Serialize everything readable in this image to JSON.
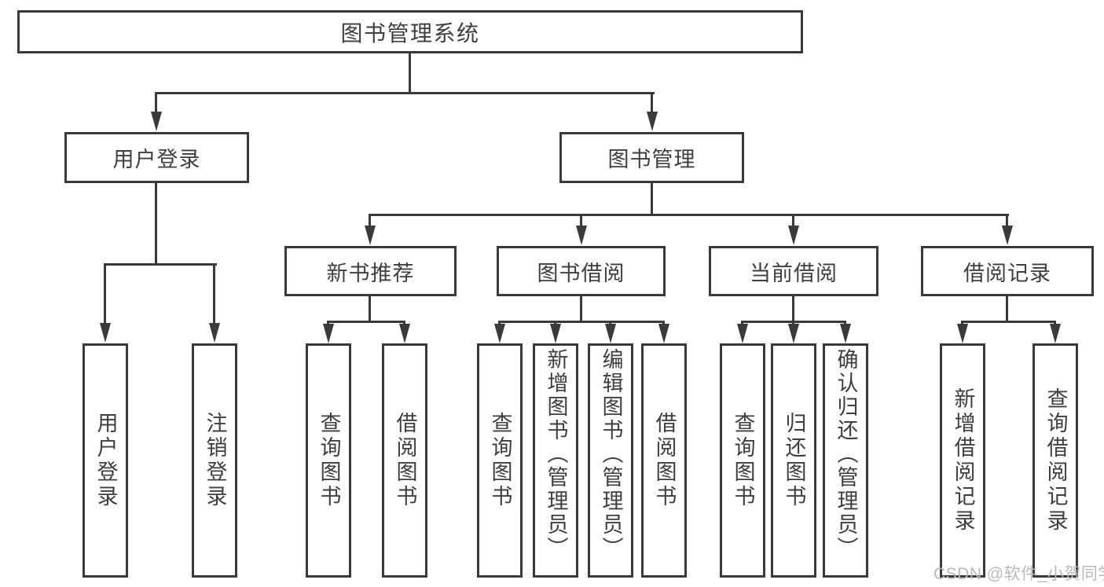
{
  "diagram": {
    "root": {
      "label": "图书管理系统",
      "children": [
        {
          "label": "用户登录",
          "children": [
            {
              "label": "用户登录"
            },
            {
              "label": "注销登录"
            }
          ]
        },
        {
          "label": "图书管理",
          "children": [
            {
              "label": "新书推荐",
              "children": [
                {
                  "label": "查询图书"
                },
                {
                  "label": "借阅图书"
                }
              ]
            },
            {
              "label": "图书借阅",
              "children": [
                {
                  "label": "查询图书"
                },
                {
                  "label": "新增图书（管理员）"
                },
                {
                  "label": "编辑图书（管理员）"
                },
                {
                  "label": "借阅图书"
                }
              ]
            },
            {
              "label": "当前借阅",
              "children": [
                {
                  "label": "查询图书"
                },
                {
                  "label": "归还图书"
                },
                {
                  "label": "确认归还（管理员）"
                }
              ]
            },
            {
              "label": "借阅记录",
              "children": [
                {
                  "label": "新增借阅记录"
                },
                {
                  "label": "查询借阅记录"
                }
              ]
            }
          ]
        }
      ]
    }
  },
  "watermark": {
    "text": "CSDN @软件_小贺同学"
  },
  "colors": {
    "line": "#3a3a3a",
    "box_border": "#3a3a3a",
    "text": "#3e3e3e",
    "watermark": "#b9b9b9",
    "background": "#ffffff"
  }
}
